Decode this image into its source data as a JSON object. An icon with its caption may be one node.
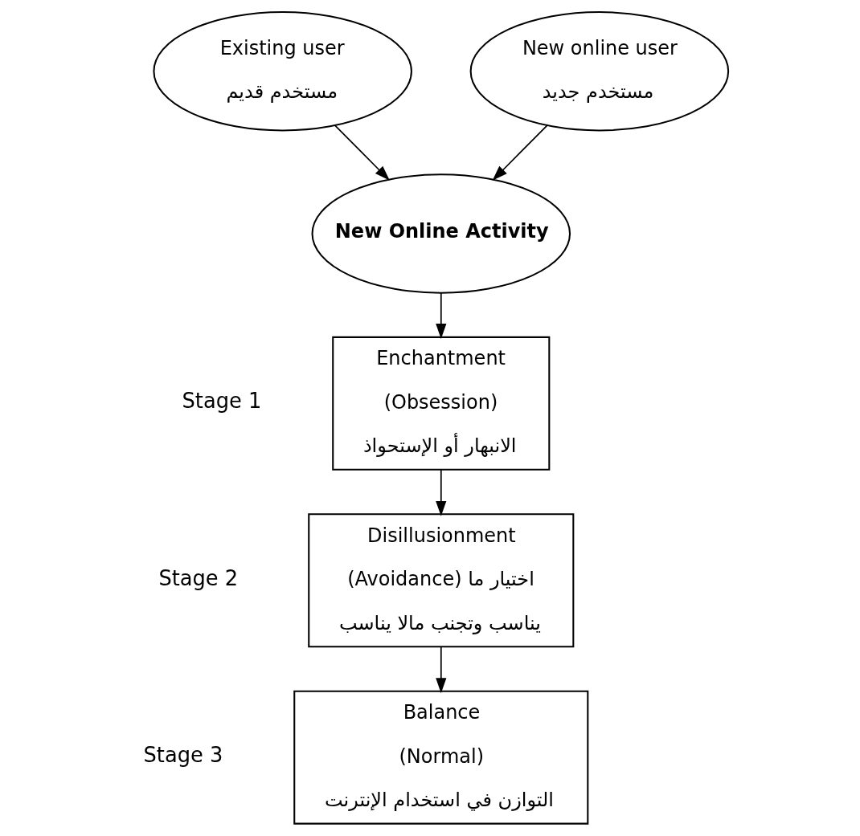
{
  "diagram": {
    "nodes": [
      {
        "text": [
          "Existing user",
          "مستخدم قديم"
        ]
      },
      {
        "text": [
          "New online user",
          "مستخدم جديد"
        ]
      },
      {
        "text": [
          "New Online Activity"
        ]
      },
      {
        "text": [
          "Enchantment",
          "(Obsession)",
          "الانبهار أو الإستحواذ"
        ],
        "beside": [
          "Stage 1"
        ]
      },
      {
        "text": [
          "Disillusionment",
          "(Avoidance) اختيار ما يناسب وتجنب مالا يناسب"
        ],
        "beside": [
          "Stage 2"
        ]
      },
      {
        "text": [
          "Balance",
          "(Normal)",
          "التوازن في استخدام الإنترنت"
        ],
        "beside": [
          "Stage 3"
        ]
      }
    ],
    "edges": [
      {
        "from": 0,
        "to": 2,
        "arrow": "to"
      },
      {
        "from": 1,
        "to": 2,
        "arrow": "to"
      },
      {
        "from": 2,
        "to": 3,
        "arrow": "to"
      },
      {
        "from": 3,
        "to": 4,
        "arrow": "to"
      },
      {
        "from": 4,
        "to": 5,
        "arrow": "to"
      }
    ]
  }
}
